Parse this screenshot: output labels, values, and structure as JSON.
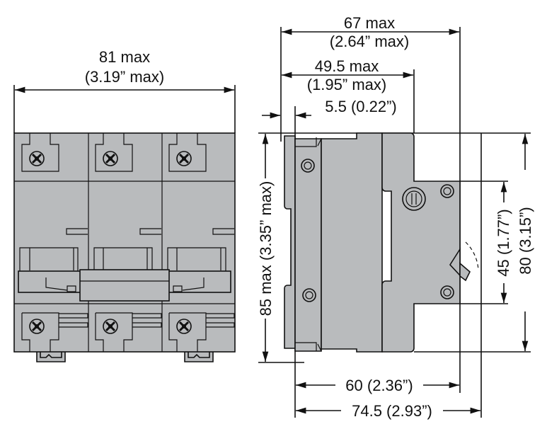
{
  "front_view": {
    "width_label": "81 max",
    "width_label_in": "(3.19” max)",
    "poles": 3
  },
  "side_view": {
    "depth_max": "67 max",
    "depth_max_in": "(2.64” max)",
    "depth_front": "49.5 max",
    "depth_front_in": "(1.95” max)",
    "rail_offset": "5.5 (0.22”)",
    "height_max": "85 max (3.35” max)",
    "front_height": "45 (1.77”)",
    "body_height": "80 (3.15”)",
    "depth_60": "60 (2.36”)",
    "depth_745": "74.5 (2.93”)"
  },
  "colors": {
    "body": "#b9bbbd",
    "line": "#111111"
  }
}
